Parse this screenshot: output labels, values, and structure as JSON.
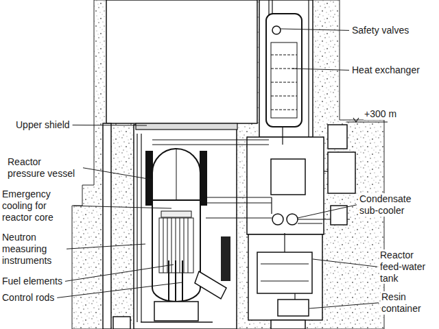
{
  "diagram": {
    "labels": [
      "Safety valves",
      "Heat exchanger",
      "+300 m",
      "Upper shield",
      "Reactor pressure vessel",
      "Emergency cooling for reactor core",
      "Neutron measuring instruments",
      "Fuel elements",
      "Control rods",
      "Condensate sub-cooler",
      "Reactor feed-water tank",
      "Resin container"
    ]
  }
}
